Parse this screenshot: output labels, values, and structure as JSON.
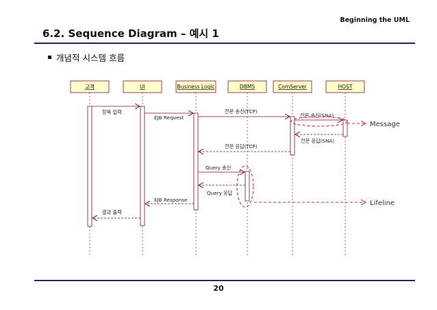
{
  "header": {
    "right_title": "Beginning the UML"
  },
  "title": "6.2. Sequence Diagram – 예시 1",
  "bullet": "개념적 시스템 흐름",
  "page_number": "20",
  "colors": {
    "participant_fill": "#ffffcc",
    "line": "#7a0f3a",
    "rule": "#1f2a56",
    "annotation": "#d42a2a"
  },
  "participants": [
    "고객",
    "UI",
    "Business Logic",
    "DBMS",
    "ComServer",
    "HOST"
  ],
  "messages": [
    {
      "label": "항목 입력",
      "from": 0,
      "to": 1,
      "kind": "call"
    },
    {
      "label": "EJB Request",
      "from": 1,
      "to": 2,
      "kind": "call"
    },
    {
      "label": "전문 송신(TCP)",
      "from": 2,
      "to": 4,
      "kind": "call"
    },
    {
      "label": "전문 송신(SNA)",
      "from": 4,
      "to": 5,
      "kind": "call"
    },
    {
      "label": "전문 응답(SNA)",
      "from": 5,
      "to": 4,
      "kind": "return"
    },
    {
      "label": "전문 응답(TCP)",
      "from": 4,
      "to": 2,
      "kind": "return"
    },
    {
      "label": "Query 송신",
      "from": 2,
      "to": 3,
      "kind": "call"
    },
    {
      "label": "Query 응답",
      "from": 3,
      "to": 2,
      "kind": "return"
    },
    {
      "label": "EJB Response",
      "from": 2,
      "to": 1,
      "kind": "return"
    },
    {
      "label": "결과 출력",
      "from": 1,
      "to": 0,
      "kind": "return"
    }
  ],
  "annotations": {
    "message": "Message",
    "lifeline": "Lifeline"
  }
}
